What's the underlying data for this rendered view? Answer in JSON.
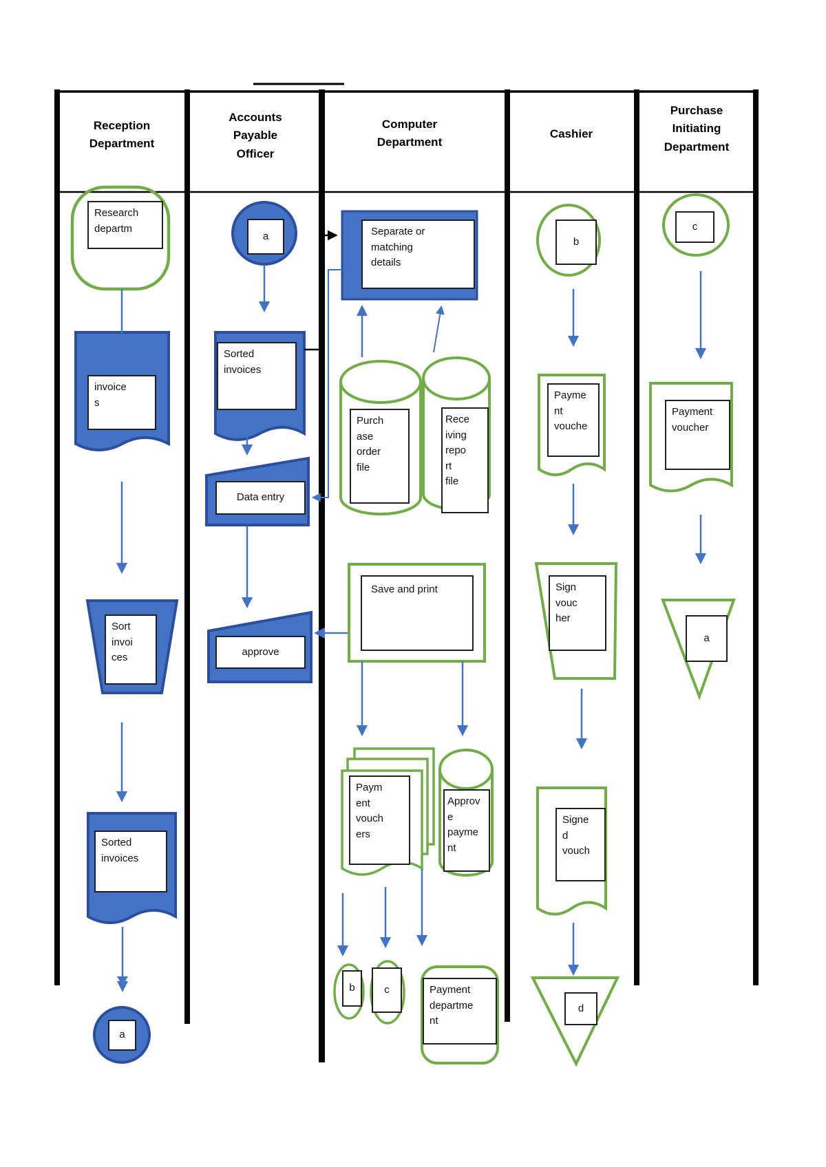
{
  "colors": {
    "flow_blue": "#4472C4",
    "flow_blue_border": "#2B4F9E",
    "flow_green": "#70AD47",
    "line_black": "#000000"
  },
  "lanes": [
    {
      "title": "Reception Department"
    },
    {
      "title": "Accounts Payable Officer"
    },
    {
      "title": "Computer Department"
    },
    {
      "title": "Cashier"
    },
    {
      "title": "Purchase Initiating Department"
    }
  ],
  "col1": {
    "terminator": "Research\ndepartm",
    "invoices": "invoice\ns",
    "sort_invoices": "Sort\ninvoi\nces",
    "sorted_invoices": "Sorted\ninvoices",
    "connector_a": "a"
  },
  "col2": {
    "connector_a": "a",
    "sorted_invoices": "Sorted\ninvoices",
    "data_entry": "Data entry",
    "approve": "approve"
  },
  "col3": {
    "separate": "Separate or\nmatching\ndetails",
    "purchase_order_file": "Purch\nase\norder\nfile",
    "receiving_report_file": "Rece\niving\nrepo\nrt\nfile",
    "save_and_print": "Save and print",
    "payment_vouchers": "Paym\nent\nvouch\ners",
    "approve_payment": "Approv\ne\npayme\nnt",
    "connector_b": "b",
    "connector_c": "c",
    "payment_department": "Payment\ndepartme\nnt"
  },
  "col4": {
    "connector_b": "b",
    "payment_voucher": "Payme\nnt\nvouche",
    "sign_voucher": "Sign\nvouc\nher",
    "signed_voucher": "Signe\nd\nvouch",
    "connector_d": "d"
  },
  "col5": {
    "connector_c": "c",
    "payment_voucher": "Payment\nvoucher",
    "connector_a": "a"
  }
}
